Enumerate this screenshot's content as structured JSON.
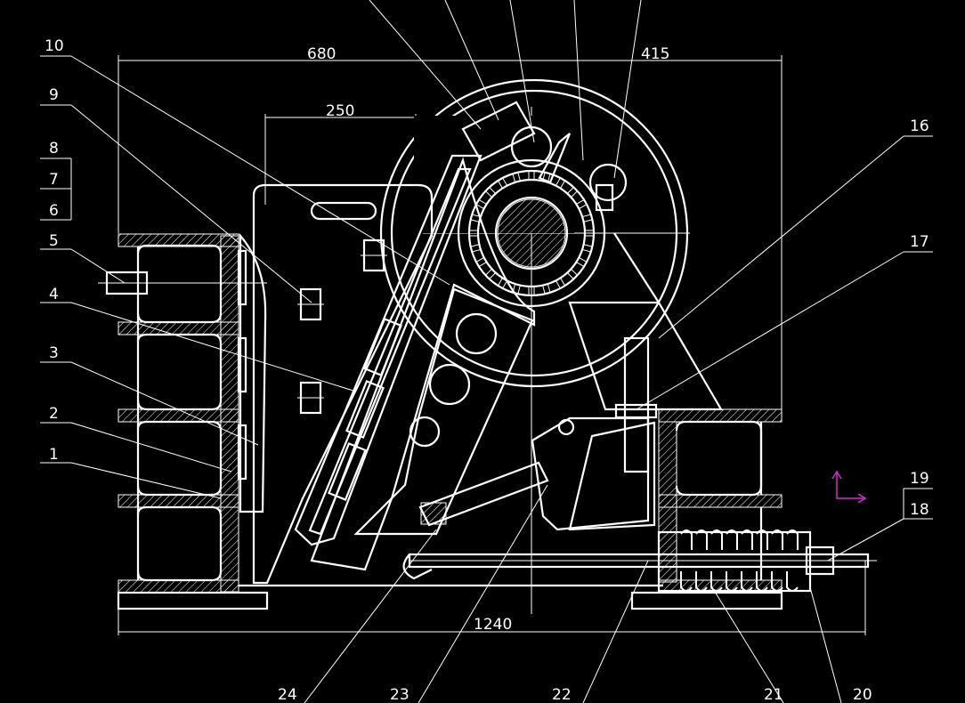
{
  "drawing": {
    "dimensions": {
      "overall_width": "680",
      "right_width": "415",
      "jaw_width": "250",
      "base_length": "1240"
    },
    "callouts": [
      "1",
      "2",
      "3",
      "4",
      "5",
      "6",
      "7",
      "8",
      "9",
      "10",
      "16",
      "17",
      "18",
      "19",
      "20",
      "21",
      "22",
      "23",
      "24"
    ],
    "colors": {
      "background": "#000000",
      "lines": "#ffffff",
      "ucs_icon": "#cc33cc"
    }
  }
}
